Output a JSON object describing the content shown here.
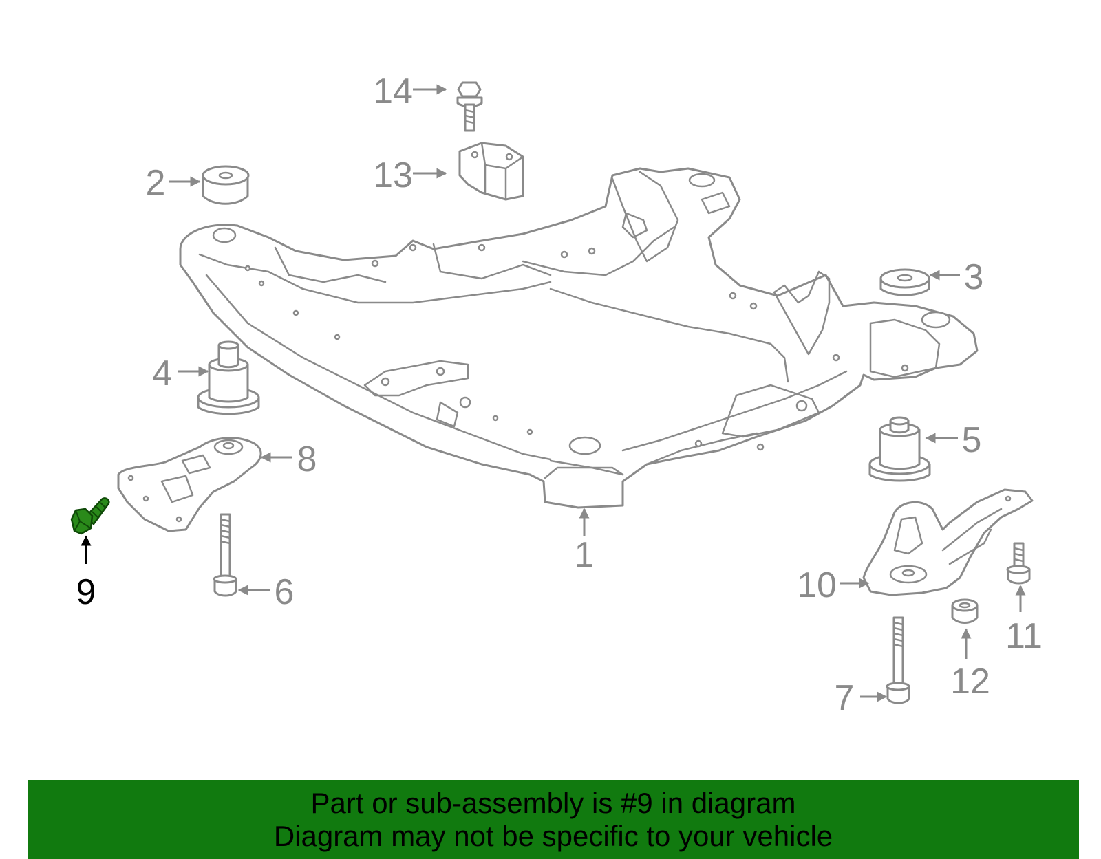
{
  "diagram": {
    "highlighted_part": "9",
    "colors": {
      "part_line": "#8a8a8a",
      "highlight_fill": "#2a8a1a",
      "banner_bg": "#117a0f"
    },
    "callouts": [
      {
        "id": "1",
        "label": "1"
      },
      {
        "id": "2",
        "label": "2"
      },
      {
        "id": "3",
        "label": "3"
      },
      {
        "id": "4",
        "label": "4"
      },
      {
        "id": "5",
        "label": "5"
      },
      {
        "id": "6",
        "label": "6"
      },
      {
        "id": "7",
        "label": "7"
      },
      {
        "id": "8",
        "label": "8"
      },
      {
        "id": "9",
        "label": "9"
      },
      {
        "id": "10",
        "label": "10"
      },
      {
        "id": "11",
        "label": "11"
      },
      {
        "id": "12",
        "label": "12"
      },
      {
        "id": "13",
        "label": "13"
      },
      {
        "id": "14",
        "label": "14"
      }
    ]
  },
  "banner": {
    "line1": "Part or sub-assembly is #9 in diagram",
    "line2": "Diagram may not be specific to your vehicle"
  }
}
